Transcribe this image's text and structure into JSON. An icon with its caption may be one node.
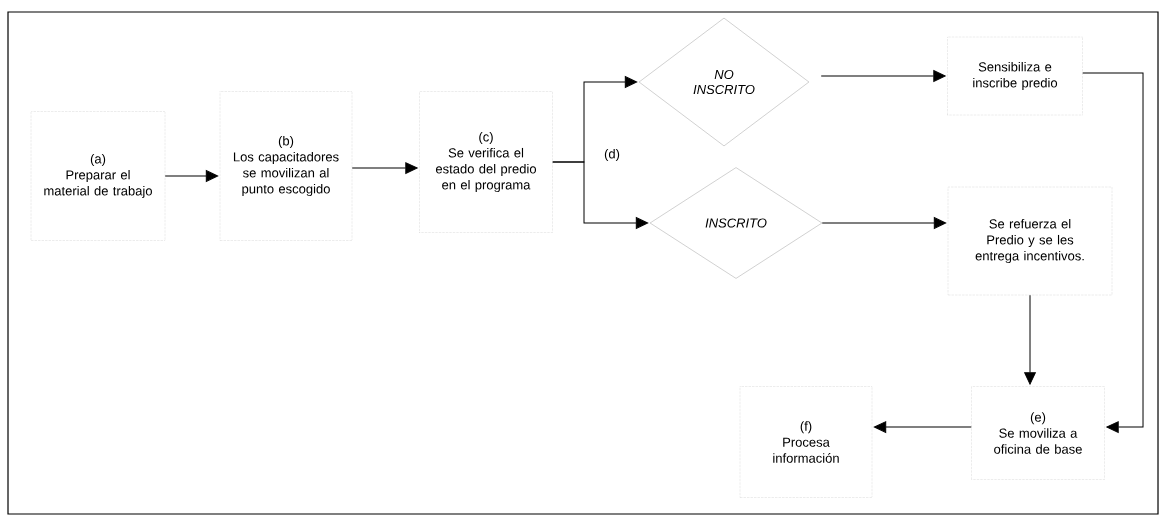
{
  "diagram": {
    "nodes": [
      {
        "text": [
          "(a)",
          "Preparar el material de trabajo"
        ]
      },
      {
        "text": [
          "(b)",
          "Los capacitadores se movilizan al punto escogido"
        ]
      },
      {
        "text": [
          "(c)",
          "Se verifica  el estado del predio en el programa"
        ]
      },
      {
        "text": [
          "NO INSCRITO"
        ]
      },
      {
        "text": [
          "Sensibiliza e inscribe predio"
        ]
      },
      {
        "text": [
          "INSCRITO"
        ]
      },
      {
        "text": [
          "Se refuerza  el Predio  y se les entrega incentivos."
        ]
      },
      {
        "text": [
          "(e)",
          "Se moviliza a oficina de base"
        ]
      },
      {
        "text": [
          "(f)",
          "Procesa información"
        ]
      }
    ],
    "edges": [
      {
        "from": 0,
        "to": 1,
        "arrow": "to"
      },
      {
        "from": 1,
        "to": 2,
        "arrow": "to"
      },
      {
        "from": 2,
        "to": 3,
        "arrow": "to"
      },
      {
        "from": 2,
        "to": 5,
        "arrow": "to"
      },
      {
        "from": 3,
        "to": 4,
        "arrow": "to"
      },
      {
        "from": 5,
        "to": 6,
        "arrow": "to"
      },
      {
        "from": 6,
        "to": 7,
        "arrow": "to"
      },
      {
        "from": 4,
        "to": 7,
        "arrow": "to"
      },
      {
        "from": 7,
        "to": 8,
        "arrow": "to"
      }
    ],
    "labels": [
      "(d)"
    ]
  }
}
